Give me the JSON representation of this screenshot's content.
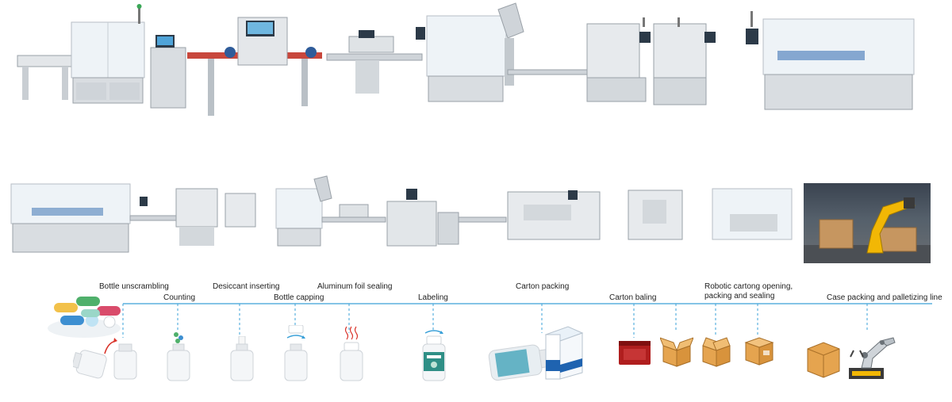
{
  "colors": {
    "flow_line": "#3aa0d8",
    "steel": "#d9dde1",
    "steel_dark": "#9aa1a8",
    "guard_glass": "#eef3f7",
    "conveyor_red": "#c8473c",
    "cardboard": "#e8b36a",
    "bottle": "#f4f6f8",
    "robot_yellow": "#f2b705"
  },
  "steps": [
    {
      "label": "Bottle unscrambling"
    },
    {
      "label": "Counting"
    },
    {
      "label": "Desiccant inserting"
    },
    {
      "label": "Bottle capping"
    },
    {
      "label": "Aluminum foil sealing"
    },
    {
      "label": "Labeling"
    },
    {
      "label": "Carton packing"
    },
    {
      "label": "Carton baling"
    },
    {
      "label": "Robotic cartong opening,"
    },
    {
      "label": "packing and sealing"
    },
    {
      "label": "Case packing and palletizing line"
    }
  ],
  "icons": [
    "capsules-pile-icon",
    "bottle-unscrambling-icon",
    "counting-bottle-icon",
    "desiccant-bottle-icon",
    "capping-bottle-icon",
    "foil-sealing-bottle-icon",
    "labeled-bottle-icon",
    "carton-pack-icon",
    "baled-carton-icon",
    "open-box-icon",
    "sealed-box-icon",
    "robot-arm-palletizing-icon"
  ]
}
